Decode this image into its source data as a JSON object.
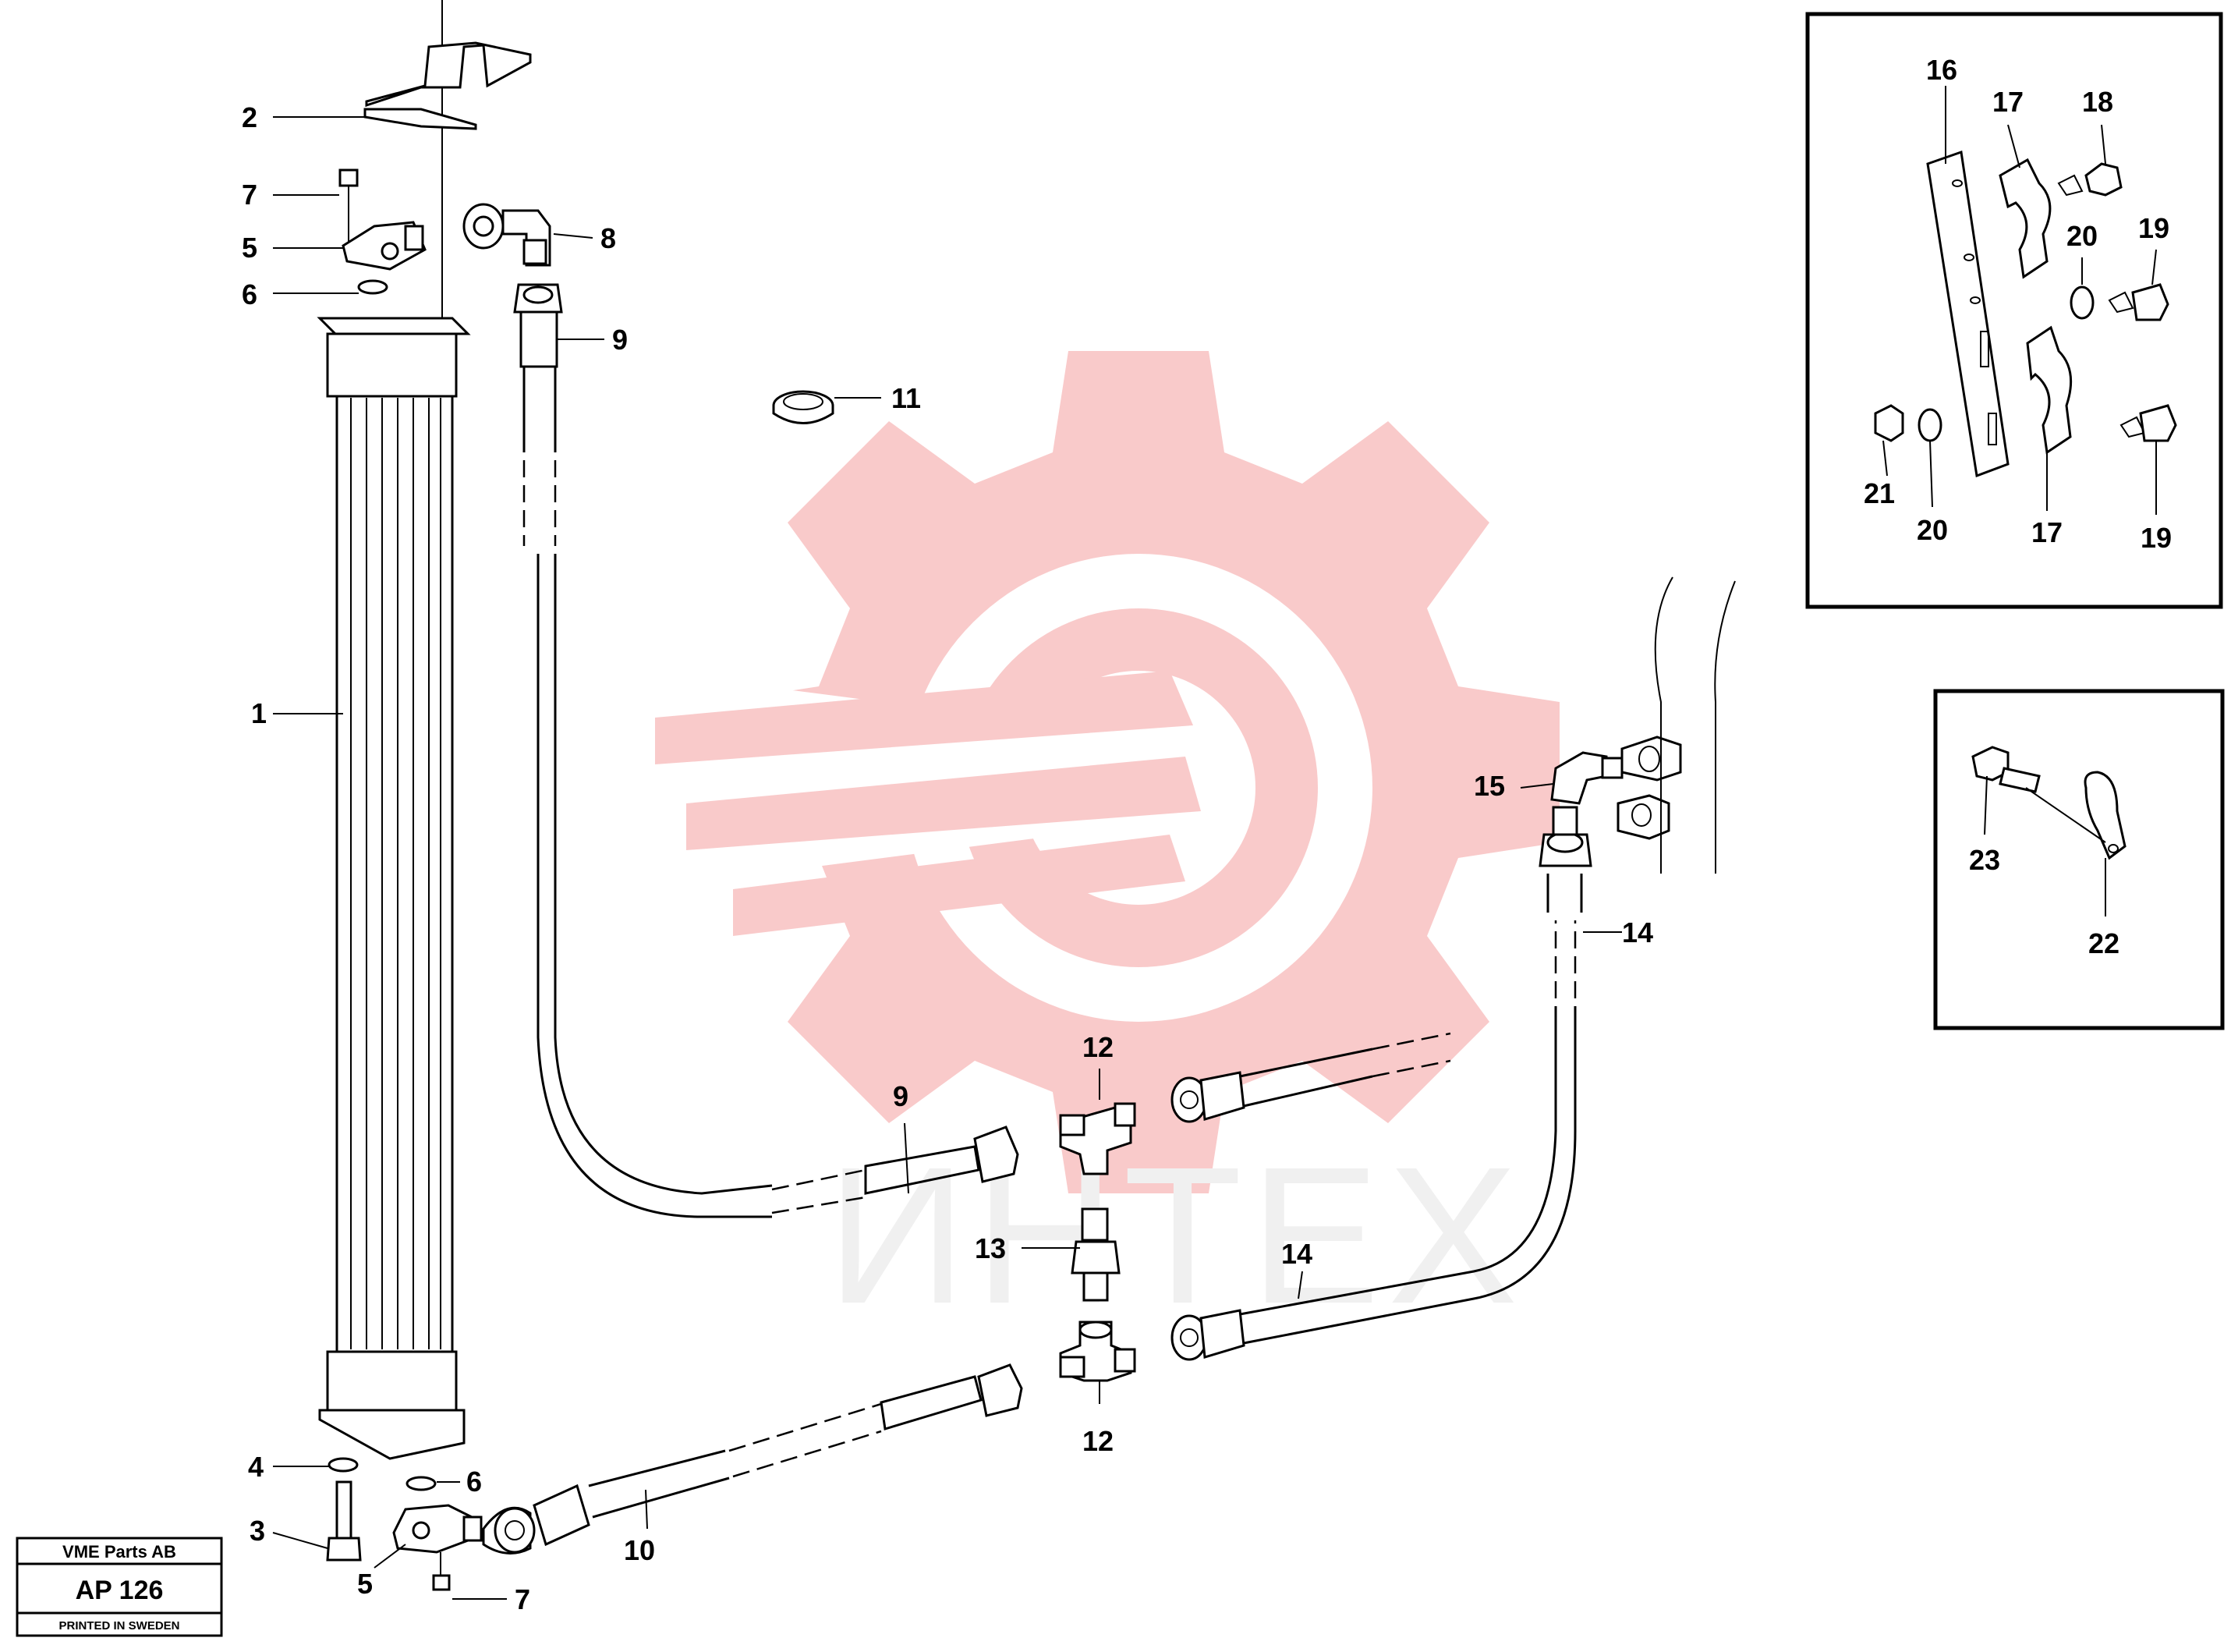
{
  "callouts": [
    {
      "id": "c1",
      "text": "1"
    },
    {
      "id": "c2",
      "text": "2"
    },
    {
      "id": "c3",
      "text": "3"
    },
    {
      "id": "c4",
      "text": "4"
    },
    {
      "id": "c5a",
      "text": "5"
    },
    {
      "id": "c5b",
      "text": "5"
    },
    {
      "id": "c6a",
      "text": "6"
    },
    {
      "id": "c6b",
      "text": "6"
    },
    {
      "id": "c7a",
      "text": "7"
    },
    {
      "id": "c7b",
      "text": "7"
    },
    {
      "id": "c8",
      "text": "8"
    },
    {
      "id": "c9a",
      "text": "9"
    },
    {
      "id": "c9b",
      "text": "9"
    },
    {
      "id": "c10",
      "text": "10"
    },
    {
      "id": "c11",
      "text": "11"
    },
    {
      "id": "c12a",
      "text": "12"
    },
    {
      "id": "c12b",
      "text": "12"
    },
    {
      "id": "c13",
      "text": "13"
    },
    {
      "id": "c14a",
      "text": "14"
    },
    {
      "id": "c14b",
      "text": "14"
    },
    {
      "id": "c15",
      "text": "15"
    },
    {
      "id": "c16",
      "text": "16"
    },
    {
      "id": "c17a",
      "text": "17"
    },
    {
      "id": "c17b",
      "text": "17"
    },
    {
      "id": "c18",
      "text": "18"
    },
    {
      "id": "c19a",
      "text": "19"
    },
    {
      "id": "c19b",
      "text": "19"
    },
    {
      "id": "c20a",
      "text": "20"
    },
    {
      "id": "c20b",
      "text": "20"
    },
    {
      "id": "c21",
      "text": "21"
    },
    {
      "id": "c22",
      "text": "22"
    },
    {
      "id": "c23",
      "text": "23"
    }
  ],
  "title_block": {
    "company": "VME Parts AB",
    "drawing_number": "AP 126",
    "footer": "PRINTED IN SWEDEN"
  },
  "watermark": {
    "text": "ИНТЕХ",
    "color": "#f5a0a0"
  }
}
